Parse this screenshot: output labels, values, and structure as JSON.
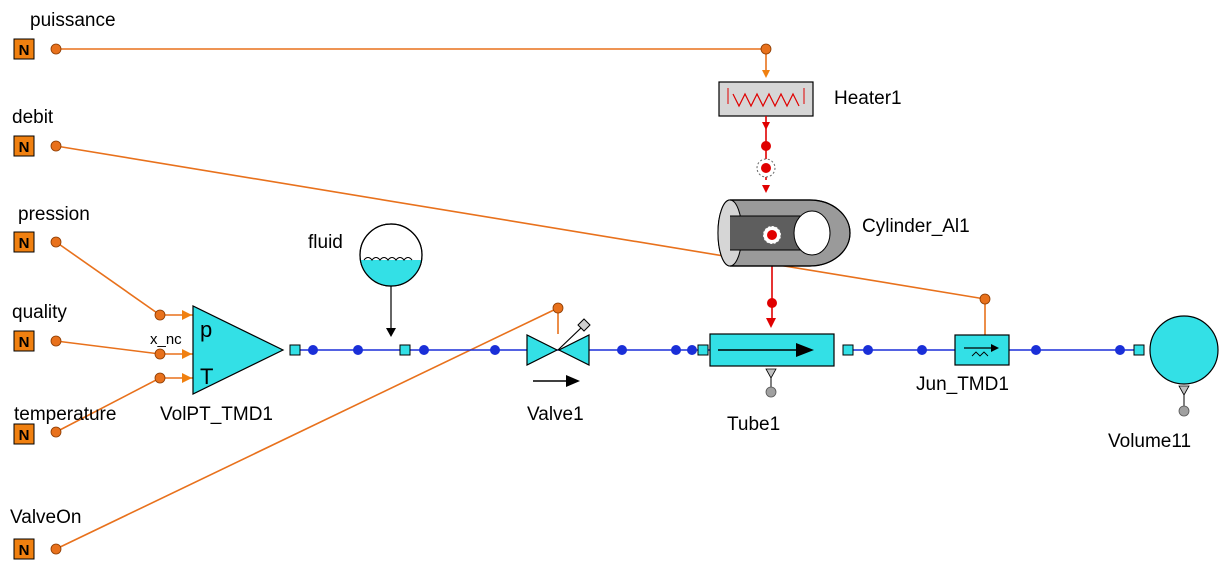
{
  "diagram": {
    "sources": [
      {
        "id": "puissance",
        "label": "puissance"
      },
      {
        "id": "debit",
        "label": "debit"
      },
      {
        "id": "pression",
        "label": "pression"
      },
      {
        "id": "quality",
        "label": "quality"
      },
      {
        "id": "temperature",
        "label": "temperature"
      },
      {
        "id": "valveon",
        "label": "ValveOn"
      }
    ],
    "components": {
      "volpt": {
        "label": "VolPT_TMD1",
        "port_label": "x_nc",
        "letter_p": "p",
        "letter_t": "T"
      },
      "fluid": {
        "label": "fluid"
      },
      "valve": {
        "label": "Valve1"
      },
      "tube": {
        "label": "Tube1"
      },
      "heater": {
        "label": "Heater1"
      },
      "cylinder": {
        "label": "Cylinder_Al1"
      },
      "junction": {
        "label": "Jun_TMD1"
      },
      "volume": {
        "label": "Volume11"
      }
    },
    "source_icon": "signal-source-icon",
    "colors": {
      "signal_line": "#e8711c",
      "fluid_line": "#1a2fd8",
      "thermal_line": "#e00000",
      "component_fill": "#33e0e6",
      "source_fill": "#f08010"
    }
  }
}
